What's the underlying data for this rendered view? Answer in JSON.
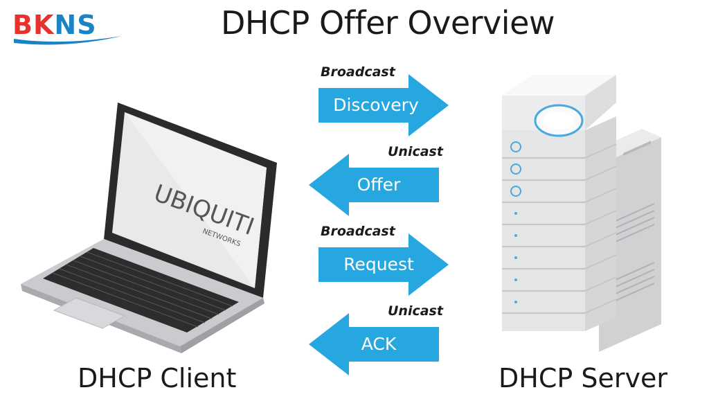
{
  "logo": {
    "part1": "BK",
    "part2": "NS"
  },
  "title": "DHCP Offer Overview",
  "laptop": {
    "brand": "UBIQUITI",
    "brand_sub": "NETWORKS"
  },
  "steps": [
    {
      "mode": "Broadcast",
      "label": "Discovery",
      "direction": "right"
    },
    {
      "mode": "Unicast",
      "label": "Offer",
      "direction": "left"
    },
    {
      "mode": "Broadcast",
      "label": "Request",
      "direction": "right"
    },
    {
      "mode": "Unicast",
      "label": "ACK",
      "direction": "left"
    }
  ],
  "client_label": "DHCP Client",
  "server_label": "DHCP Server",
  "colors": {
    "arrow": "#27a7df",
    "logo_red": "#e8312c",
    "logo_blue": "#1a83c6"
  }
}
